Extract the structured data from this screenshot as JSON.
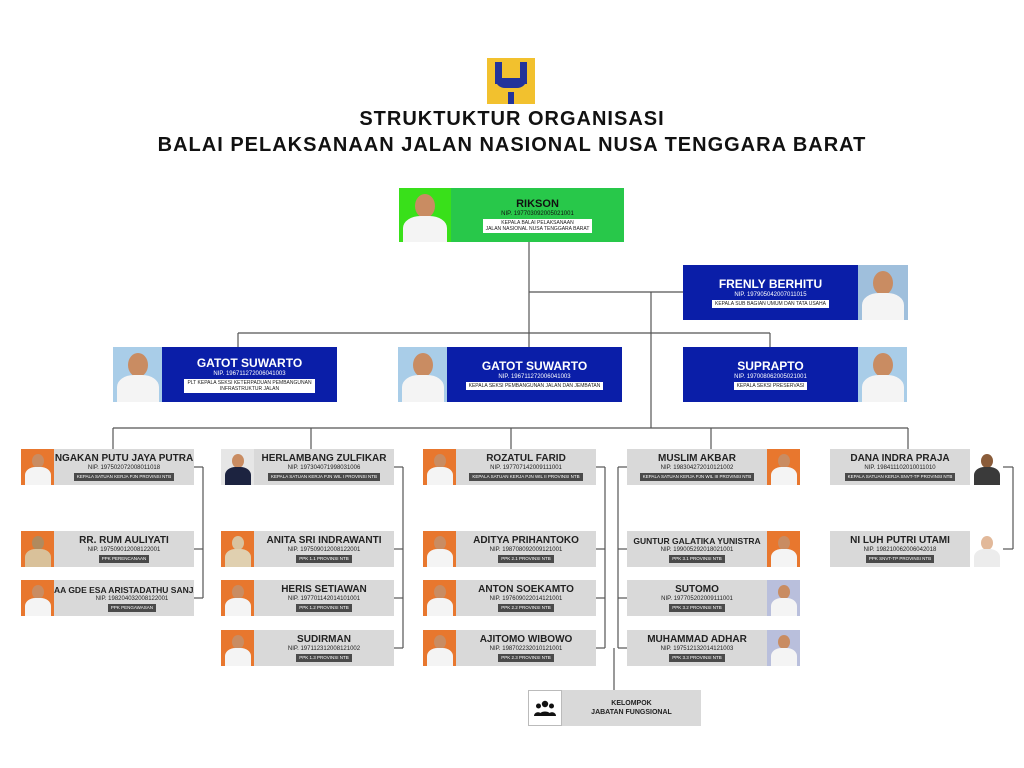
{
  "title": {
    "line1": "STRUKTUKTUR ORGANISASI",
    "line2": "BALAI PELAKSANAAN JALAN NASIONAL NUSA TENGGARA BARAT"
  },
  "colors": {
    "blue": "#0a1ea8",
    "green": "#28c84a",
    "grey": "#d9d9d9",
    "orange": "#e8772e",
    "logo_yellow": "#f2c12e"
  },
  "head": {
    "name": "RIKSON",
    "nip": "NIP. 197703092005021001",
    "role_1": "KEPALA BALAI PELAKSANAAN",
    "role_2": "JALAN NASIONAL NUSA TENGGARA BARAT"
  },
  "sub": {
    "name": "FRENLY BERHITU",
    "nip": "NIP. 197905042007011015",
    "role": "KEPALA SUB BAGIAN UMUM DAN TATA USAHA"
  },
  "sections": [
    {
      "name": "GATOT SUWARTO",
      "nip": "NIP. 196711272006041003",
      "role_1": "PLT KEPALA SEKSI KETERPADUAN PEMBANGUNAN",
      "role_2": "INFRASTRUKTUR JALAN"
    },
    {
      "name": "GATOT SUWARTO",
      "nip": "NIP. 196711272006041003",
      "role_1": "KEPALA SEKSI PEMBANGUNAN JALAN DAN JEMBATAN",
      "role_2": ""
    },
    {
      "name": "SUPRAPTO",
      "nip": "NIP. 197008062005021001",
      "role_1": "KEPALA SEKSI PRESERVASI",
      "role_2": ""
    }
  ],
  "columns": [
    [
      {
        "name": "NGAKAN PUTU JAYA PUTRA",
        "nip": "NIP. 197502072008011018",
        "role": "KEPALA SATUAN KERJA PJN PROVINSI NTB"
      },
      {
        "name": "RR. RUM AULIYATI",
        "nip": "NIP. 197509012008122001",
        "role": "PPK PERENCANAAN"
      },
      {
        "name": "AA GDE ESA ARISTADATHU SANJAYA",
        "nip": "NIP. 198204032008122001",
        "role": "PPK PENGAWASAN"
      }
    ],
    [
      {
        "name": "HERLAMBANG ZULFIKAR",
        "nip": "NIP. 197304071998031006",
        "role": "KEPALA SATUAN KERJA PJN WIL I PROVINSI NTB"
      },
      {
        "name": "ANITA SRI INDRAWANTI",
        "nip": "NIP. 197509012008122001",
        "role": "PPK 1.1 PROVINSI NTB"
      },
      {
        "name": "HERIS SETIAWAN",
        "nip": "NIP. 197701142014101001",
        "role": "PPK 1.2 PROVINSI NTB"
      },
      {
        "name": "SUDIRMAN",
        "nip": "NIP. 197112312008121002",
        "role": "PPK 1.3 PROVINSI NTB"
      }
    ],
    [
      {
        "name": "ROZATUL FARID",
        "nip": "NIP. 197707142009111001",
        "role": "KEPALA SATUAN KERJA PJN WIL II PROVINSI NTB"
      },
      {
        "name": "ADITYA PRIHANTOKO",
        "nip": "NIP. 198708092009121001",
        "role": "PPK 2.1 PROVINSI NTB"
      },
      {
        "name": "ANTON SOEKAMTO",
        "nip": "NIP. 197609022014121001",
        "role": "PPK 2.2 PROVINSI NTB"
      },
      {
        "name": "AJITOMO WIBOWO",
        "nip": "NIP. 198702232010121001",
        "role": "PPK 2.3 PROVINSI NTB"
      }
    ],
    [
      {
        "name": "MUSLIM AKBAR",
        "nip": "NIP. 198304272010121002",
        "role": "KEPALA SATUAN KERJA PJN WIL III PROVINSI NTB"
      },
      {
        "name": "GUNTUR GALATIKA YUNISTRA",
        "nip": "NIP. 199005292018021001",
        "role": "PPK 3.1 PROVINSI NTB"
      },
      {
        "name": "SUTOMO",
        "nip": "NIP. 197705202009111001",
        "role": "PPK 3.2 PROVINSI NTB"
      },
      {
        "name": "MUHAMMAD ADHAR",
        "nip": "NIP. 197512132014121003",
        "role": "PPK 3.3 PROVINSI NTB"
      }
    ],
    [
      {
        "name": "DANA INDRA PRAJA",
        "nip": "NIP. 198411102010011010",
        "role": "KEPALA SATUAN KERJA SNVT-TP PROVINSI NTB"
      },
      {
        "name": "NI LUH PUTRI UTAMI",
        "nip": "NIP. 198210062006042018",
        "role": "PPK SNVT-TP PROVINSI NTB"
      }
    ]
  ],
  "fungsional": {
    "line1": "KELOMPOK",
    "line2": "JABATAN FUNGSIONAL",
    "icon": "group-icon"
  }
}
